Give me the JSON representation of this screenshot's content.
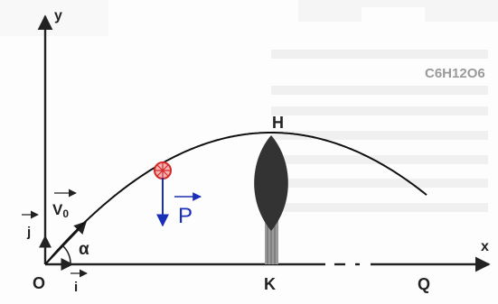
{
  "labels": {
    "y_axis": "y",
    "x_axis": "x",
    "origin": "O",
    "unit_i": "i",
    "unit_j": "j",
    "initial_velocity": "V0",
    "initial_velocity_main": "V",
    "initial_velocity_sub": "0",
    "angle": "α",
    "summit": "H",
    "summit_projection": "K",
    "landing_point": "Q",
    "weight_vector": "P"
  },
  "background_text": {
    "fragment": "C6H12O6"
  },
  "colors": {
    "axes": "#222222",
    "trajectory": "#111111",
    "projectile": "#d42a2a",
    "weight_vector": "#1a2fb8",
    "tree": "#333333"
  }
}
